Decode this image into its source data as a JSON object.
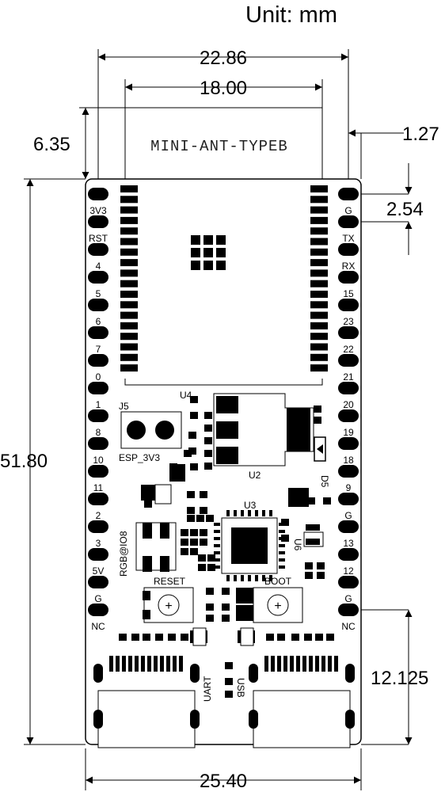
{
  "title": "Unit: mm",
  "dimensions": {
    "overall_width_top": "22.86",
    "antenna_width": "18.00",
    "antenna_height": "6.35",
    "edge_offset": "1.27",
    "pin_pitch": "2.54",
    "board_height": "51.80",
    "usb_height": "12.125",
    "board_width": "25.40"
  },
  "antenna_label": "MINI-ANT-TYPEB",
  "left_pins": [
    "3V3",
    "RST",
    "4",
    "5",
    "6",
    "7",
    "0",
    "1",
    "8",
    "10",
    "11",
    "2",
    "3",
    "5V",
    "G",
    "NC"
  ],
  "right_pins": [
    "G",
    "TX",
    "RX",
    "15",
    "23",
    "22",
    "21",
    "20",
    "19",
    "18",
    "9",
    "G",
    "13",
    "12",
    "G",
    "NC"
  ],
  "components": {
    "u4": "U4",
    "j5": "J5",
    "esp_3v3": "ESP_3V3",
    "u2": "U2",
    "d5": "D5",
    "u3": "U3",
    "u6": "U6",
    "rgb": "RGB@IO8",
    "reset": "RESET",
    "boot": "BOOT",
    "uart": "UART",
    "usb": "USB"
  }
}
